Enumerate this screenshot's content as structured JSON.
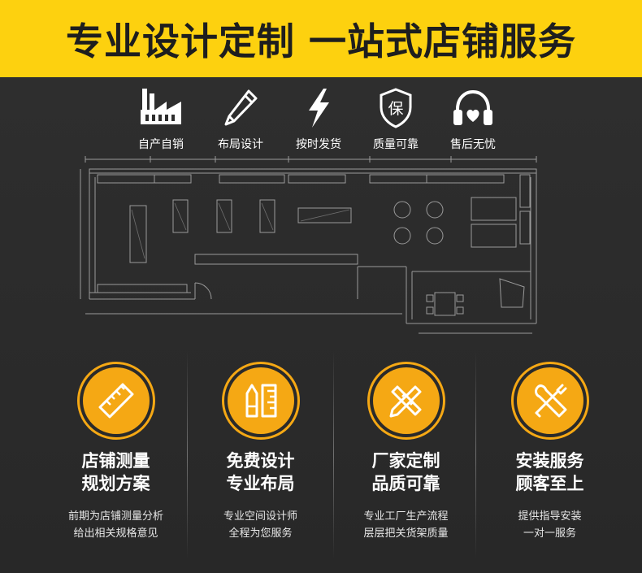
{
  "banner": {
    "title": "专业设计定制 一站式店铺服务"
  },
  "features": [
    {
      "label": "自产自销",
      "icon": "factory-icon"
    },
    {
      "label": "布局设计",
      "icon": "pencil-icon"
    },
    {
      "label": "按时发货",
      "icon": "lightning-icon"
    },
    {
      "label": "质量可靠",
      "icon": "shield-icon",
      "badge": "保"
    },
    {
      "label": "售后无忧",
      "icon": "headphones-heart-icon"
    }
  ],
  "services": [
    {
      "title1": "店铺测量",
      "title2": "规划方案",
      "desc1": "前期为店铺测量分析",
      "desc2": "给出相关规格意见",
      "icon": "ruler-icon"
    },
    {
      "title1": "免费设计",
      "title2": "专业布局",
      "desc1": "专业空间设计师",
      "desc2": "全程为您服务",
      "icon": "pencil-ruler-icon"
    },
    {
      "title1": "厂家定制",
      "title2": "品质可靠",
      "desc1": "专业工厂生产流程",
      "desc2": "层层把关货架质量",
      "icon": "drafting-icon"
    },
    {
      "title1": "安装服务",
      "title2": "顾客至上",
      "desc1": "提供指导安装",
      "desc2": "一对一服务",
      "icon": "tools-icon"
    }
  ],
  "colors": {
    "yellow": "#fdd10f",
    "orange": "#f5a814",
    "dark": "#2a2a2a"
  }
}
